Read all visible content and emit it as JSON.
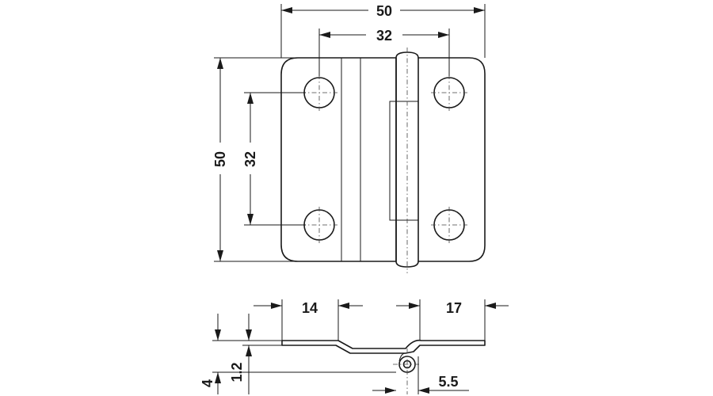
{
  "dimensions": {
    "overall_width": "50",
    "hole_spacing_horizontal": "32",
    "overall_height": "50",
    "hole_spacing_vertical": "32",
    "left_leaf_width": "14",
    "right_leaf_width": "17",
    "knuckle_offset": "5.5",
    "total_thickness": "4",
    "leaf_thickness": "1.2"
  }
}
